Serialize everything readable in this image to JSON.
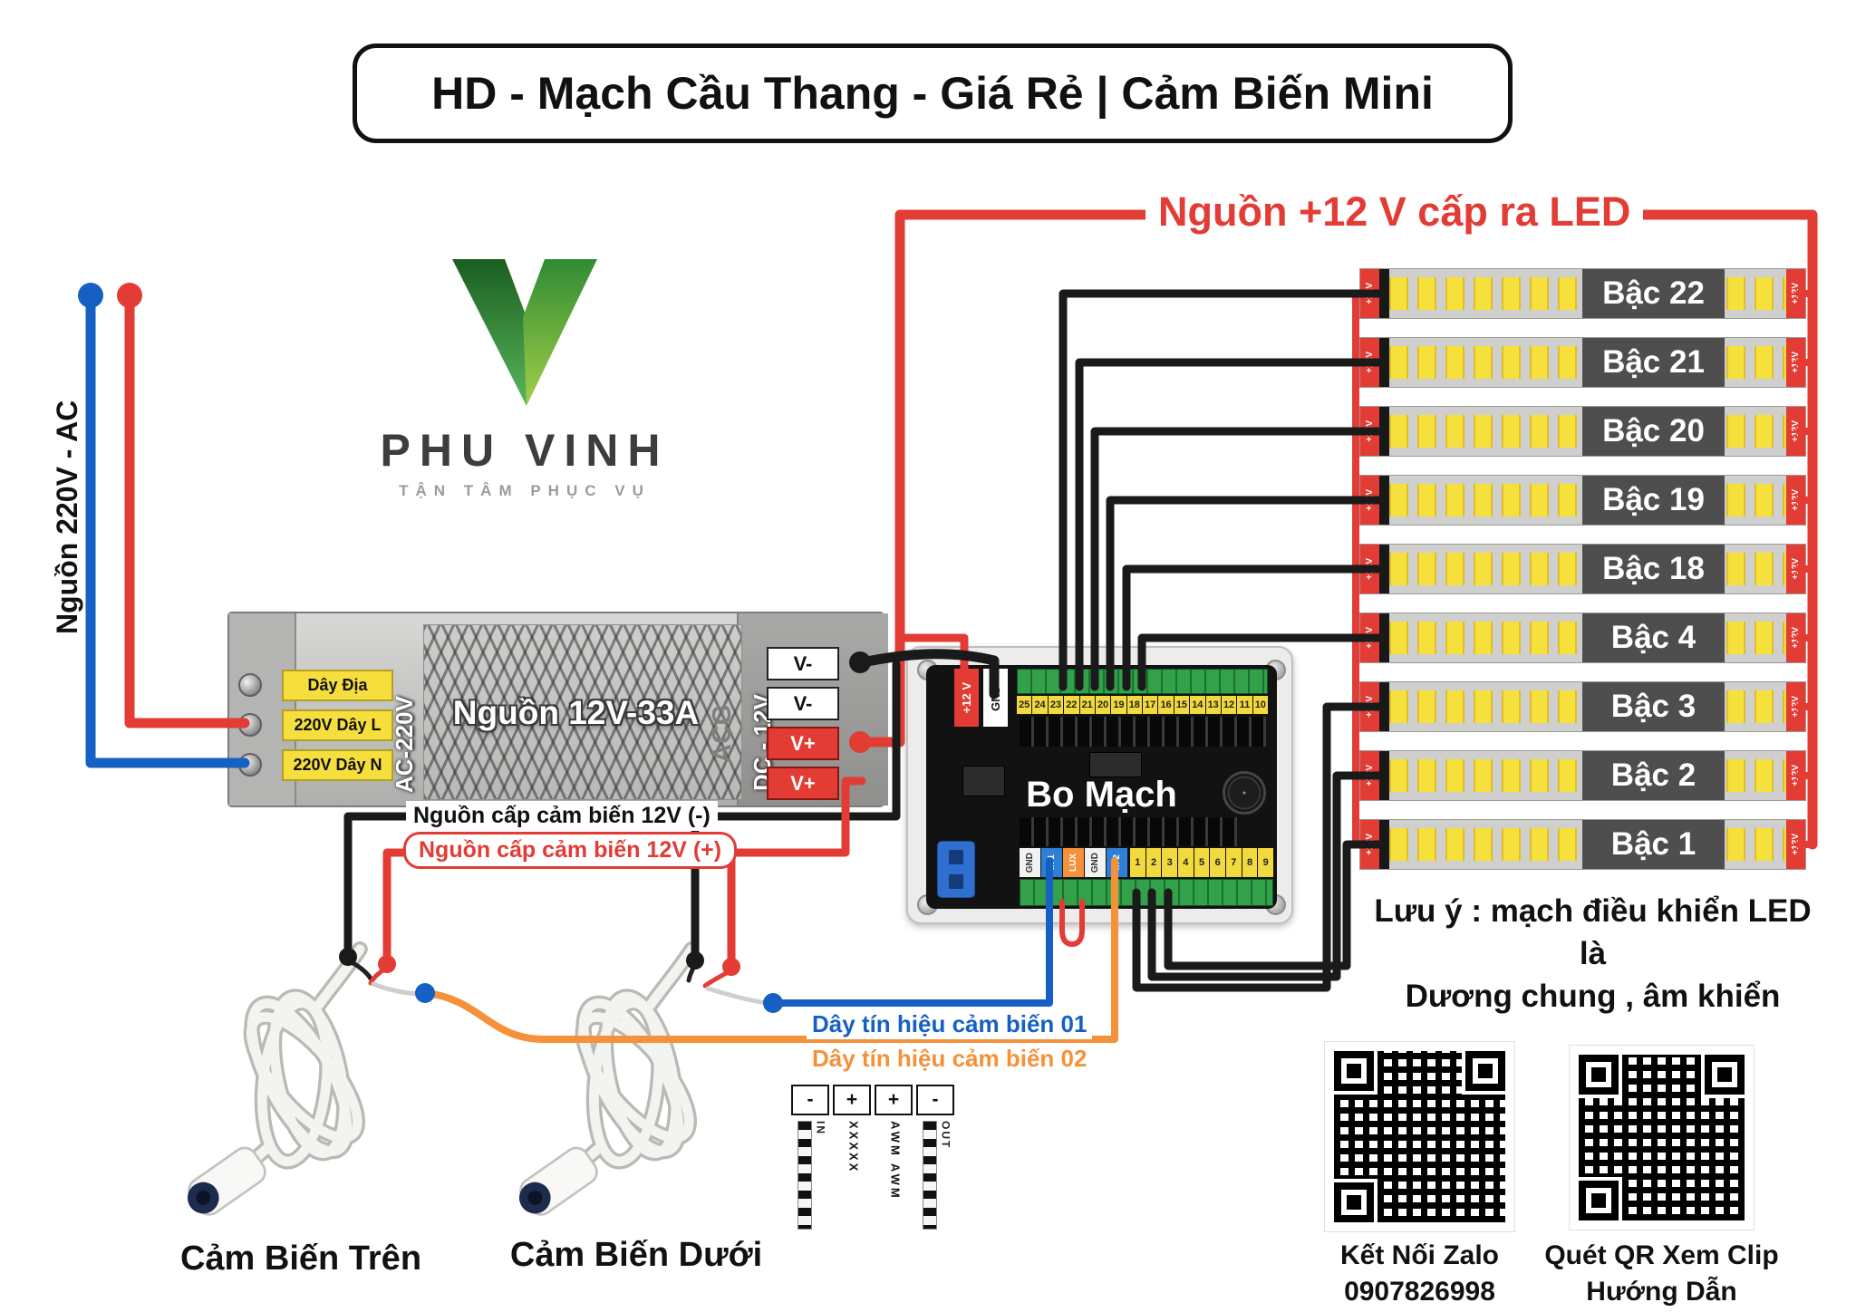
{
  "title": "HD - Mạch Cầu Thang - Giá Rẻ | Cảm Biến Mini",
  "led_power_label": "Nguồn +12 V cấp ra LED",
  "ac_source_label": "Nguồn 220V - AC",
  "logo": {
    "name": "PHU VINH",
    "tagline": "TẬN TÂM PHỤC VỤ"
  },
  "psu": {
    "name": "Nguồn 12V-33A",
    "ac_label": "AC-220V",
    "dc_label": "DC - 12V",
    "brand": "ACG",
    "ac_terminals": [
      "Dây Địa",
      "220V Dây L",
      "220V Dây N"
    ],
    "dc_terminals": [
      "V-",
      "V-",
      "V+",
      "V+"
    ]
  },
  "board": {
    "name": "Bo Mạch",
    "plus_label": "+12 V",
    "gnd_label": "GND",
    "top_terminals": [
      "25",
      "24",
      "23",
      "22",
      "21",
      "20",
      "19",
      "18",
      "17",
      "16",
      "15",
      "14",
      "13",
      "12",
      "11",
      "10"
    ],
    "bottom_terminals": [
      "GND",
      "In 1",
      "LUX",
      "GND",
      "In 2"
    ],
    "bottom_numbers": [
      "1",
      "2",
      "3",
      "4",
      "5",
      "6",
      "7",
      "8",
      "9"
    ]
  },
  "led_strips": {
    "voltage_label": "+12V",
    "items": [
      {
        "label": "Bậc 22"
      },
      {
        "label": "Bậc 21"
      },
      {
        "label": "Bậc 20"
      },
      {
        "label": "Bậc 19"
      },
      {
        "label": "Bậc 18"
      },
      {
        "label": "Bậc 4"
      },
      {
        "label": "Bậc 3"
      },
      {
        "label": "Bậc 2"
      },
      {
        "label": "Bậc 1"
      }
    ]
  },
  "note_line1": "Lưu ý : mạch điều khiển LED là",
  "note_line2": "Dương chung , âm khiển",
  "sensor_labels": {
    "power_minus": "Nguồn cấp cảm biến 12V (-)",
    "power_plus": "Nguồn cấp cảm biến 12V (+)",
    "signal1": "Dây tín hiệu cảm biến 01",
    "signal2": "Dây tín hiệu cảm biến 02",
    "sensor_top": "Cảm Biến Trên",
    "sensor_bottom": "Cảm Biến Dưới"
  },
  "pinout": {
    "headers": [
      "-",
      "+",
      "+",
      "-"
    ],
    "labels": [
      "IN",
      "XXXXX",
      "AWM AWM",
      "OUT"
    ]
  },
  "qr": [
    {
      "caption_line1": "Kết Nối Zalo",
      "caption_line2": "0907826998"
    },
    {
      "caption_line1": "Quét QR Xem Clip",
      "caption_line2": "Hướng Dẫn"
    }
  ]
}
